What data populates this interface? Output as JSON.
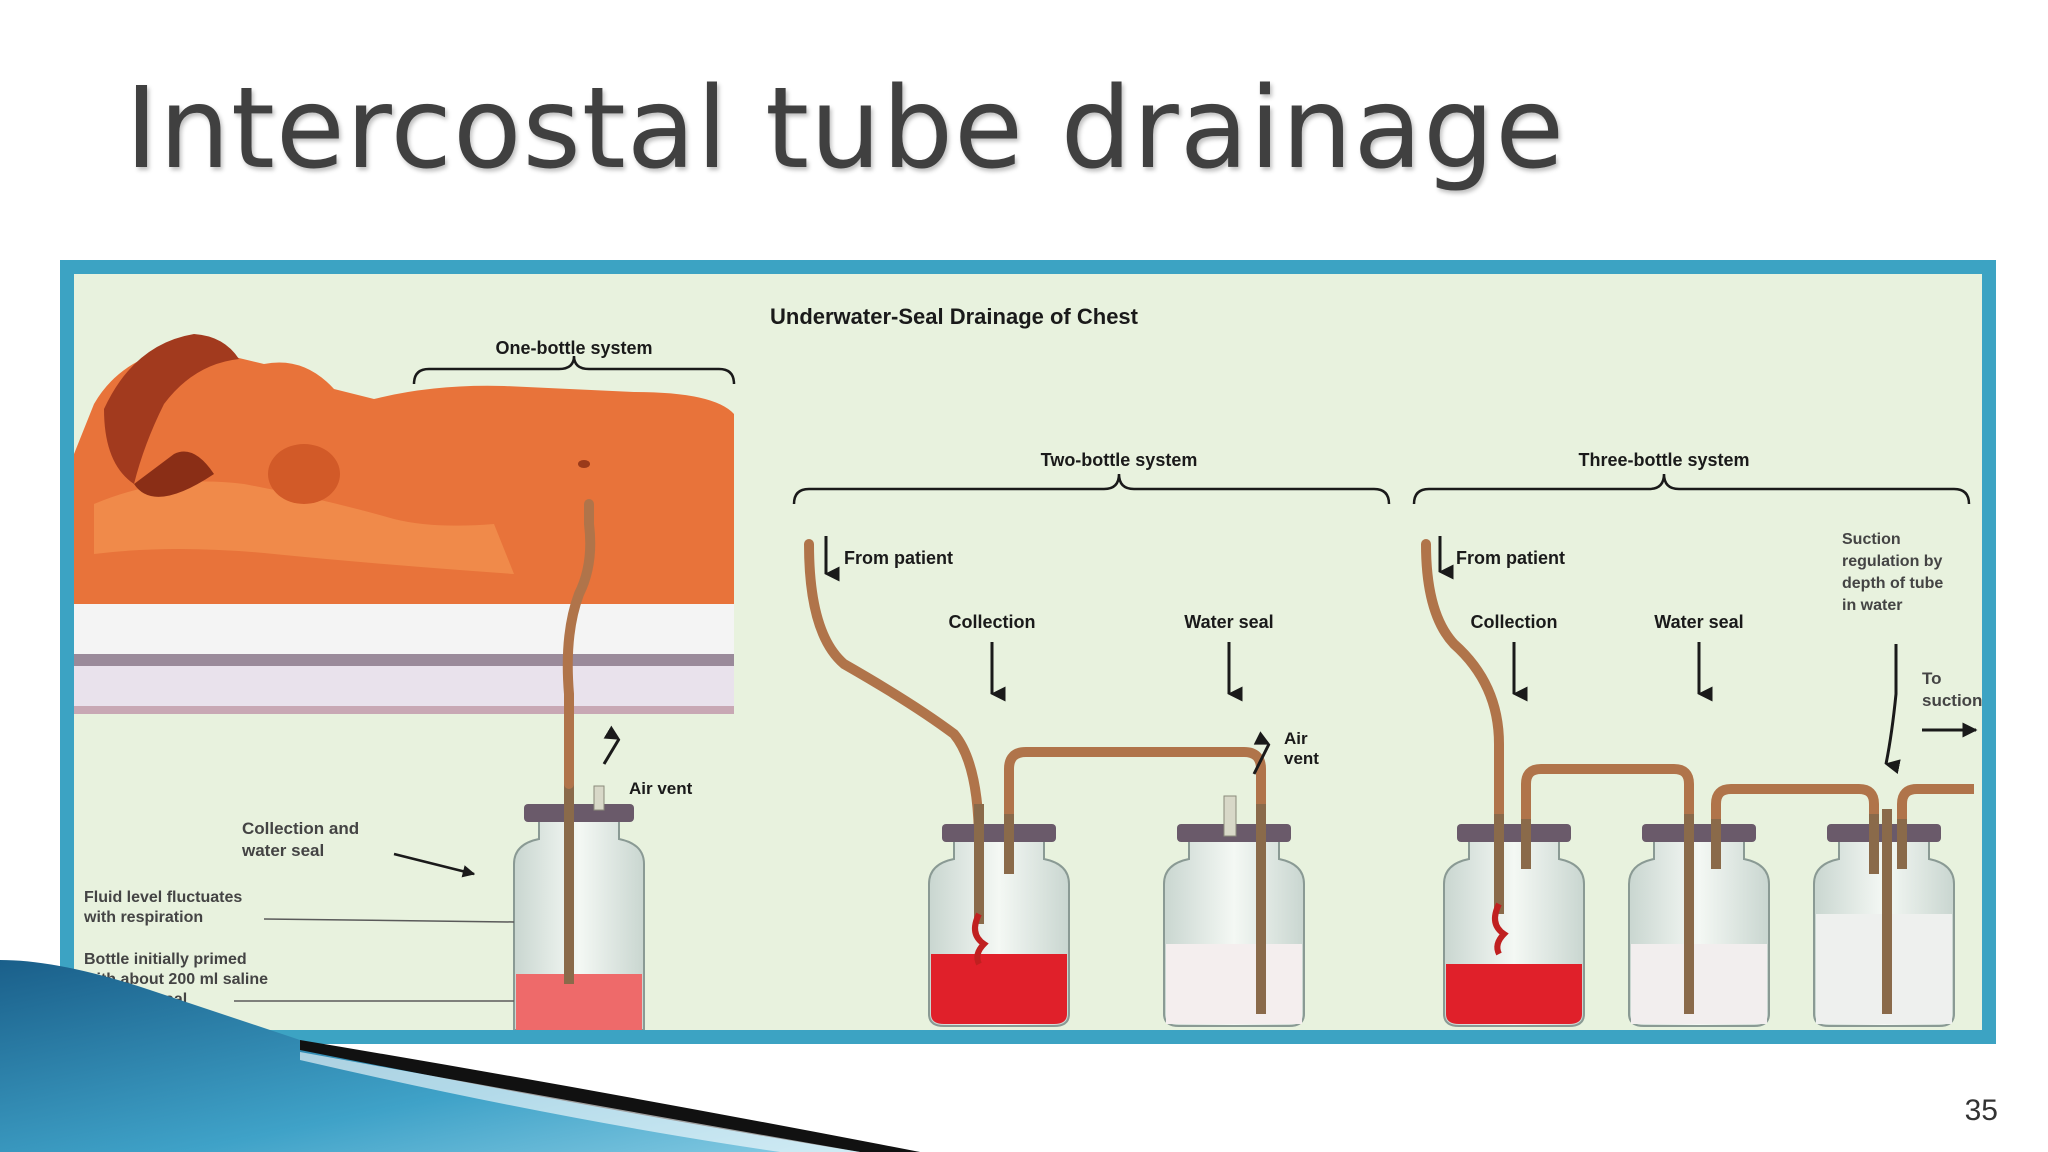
{
  "slide": {
    "title": "Intercostal tube drainage",
    "number": "35"
  },
  "figure": {
    "heading": "Underwater-Seal Drainage of Chest",
    "one_bottle": {
      "title": "One-bottle system",
      "air_vent": "Air vent",
      "collection_line1": "Collection and",
      "collection_line2": "water seal",
      "fluid_line1": "Fluid level fluctuates",
      "fluid_line2": "with respiration",
      "bottle_line1": "Bottle initially primed",
      "bottle_line2": "with about 200 ml saline",
      "bottle_line3": "for water seal"
    },
    "two_bottle": {
      "title": "Two-bottle system",
      "from_patient": "From patient",
      "collection": "Collection",
      "water_seal": "Water seal",
      "air_line1": "Air",
      "air_line2": "vent"
    },
    "three_bottle": {
      "title": "Three-bottle system",
      "from_patient": "From patient",
      "collection": "Collection",
      "water_seal": "Water seal",
      "suction_line1": "Suction",
      "suction_line2": "regulation by",
      "suction_line3": "depth of tube",
      "suction_line4": "in water",
      "to_line1": "To",
      "to_line2": "suction"
    }
  },
  "colors": {
    "frame": "#3ca3c3",
    "illustration_bg": "#e8f2de",
    "fluid": "#e0202a",
    "tubing": "#b0744a",
    "skin": "#e8733a"
  }
}
